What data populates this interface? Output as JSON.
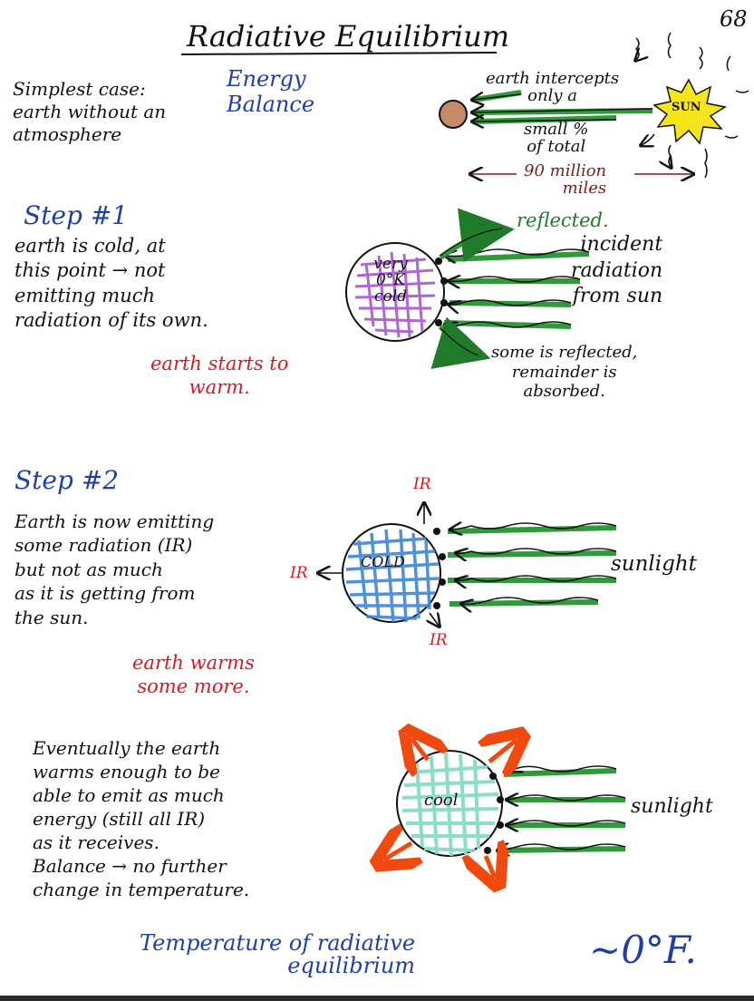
{
  "page_number": "68",
  "title": "Radiative Equilibrium",
  "intro": {
    "simplest_case": "Simplest case:\nearth without an\natmosphere",
    "energy_balance": "Energy\nBalance",
    "sun_label": "SUN",
    "intercepts": "earth intercepts\nonly a",
    "small_percent": "small %\nof total",
    "distance": "90 million\nmiles"
  },
  "step1": {
    "heading": "Step #1",
    "text": "earth is cold, at\nthis point → not\nemitting much\nradiation of its own.",
    "consequence": "earth starts to\nwarm.",
    "globe_label": "very\n0°K\ncold",
    "reflected": "reflected.",
    "incident": "incident\nradiation\nfrom sun",
    "absorbed_note": "some is reflected,\nremainder is\nabsorbed."
  },
  "step2": {
    "heading": "Step #2",
    "text": "Earth is now emitting\nsome radiation (IR)\nbut not as much\nas it is getting from\nthe sun.",
    "consequence": "earth warms\nsome more.",
    "globe_label": "COLD",
    "ir_top": "IR",
    "ir_left": "IR",
    "ir_bottom": "IR",
    "sunlight": "sunlight"
  },
  "step3": {
    "text": "Eventually the earth\nwarms enough to be\nable to emit as much\nenergy (still all IR)\nas it receives.\nBalance → no further\nchange in temperature.",
    "globe_label": "cool",
    "sunlight": "sunlight",
    "result": "Temperature of radiative\nequilibrium",
    "result_value": "~0°F."
  },
  "colors": {
    "ink": "#111111",
    "blue": "#1f3fa8",
    "red": "#d8181e",
    "green": "#2f9a3a",
    "purple": "#a24bd0",
    "cold_blue": "#3d86d8",
    "cool_teal": "#86dcc5",
    "sun_yellow": "#f7e51c",
    "earth_brown": "#c58a6a",
    "orange": "#f04a10"
  }
}
